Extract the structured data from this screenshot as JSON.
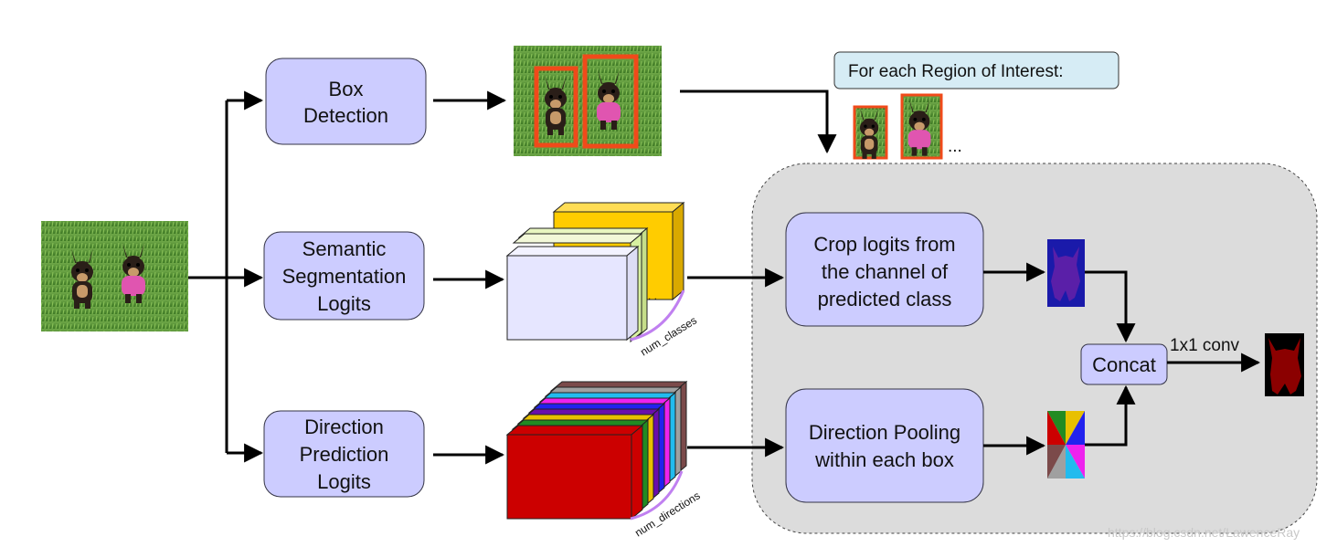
{
  "nodes": {
    "box_detection": [
      "Box",
      "Detection"
    ],
    "semantic_seg": [
      "Semantic",
      "Segmentation",
      "Logits"
    ],
    "direction_pred": [
      "Direction",
      "Prediction",
      "Logits"
    ],
    "crop_logits": [
      "Crop logits from",
      "the channel of",
      "predicted class"
    ],
    "direction_pooling": [
      "Direction Pooling",
      "within each box"
    ],
    "concat": "Concat"
  },
  "labels": {
    "roi": "For each Region of Interest:",
    "ellipsis": "...",
    "conv": "1x1 conv",
    "num_classes": "num_classes",
    "num_directions": "num_directions",
    "stack_dots": ". ."
  },
  "watermark": "https://blog.csdn.net/LawenceRay",
  "colors": {
    "node_fill": "#ccccff",
    "node_stroke": "#333344",
    "roi_fill": "#d6ecf5",
    "region_fill": "#dcdcdc",
    "bbox": "#f04a1a",
    "brace": "#c080f0",
    "class_layers": [
      "#e6e6ff",
      "#d8f0a0",
      "#c8e090",
      "#ffcc00"
    ],
    "direction_layers": [
      "#cc0000",
      "#228b22",
      "#e8c000",
      "#6a0dad",
      "#2222ee",
      "#ee22ee",
      "#22bbee",
      "#a0a0a0",
      "#7b4a4a"
    ],
    "mask_blue": "#1a1aaa",
    "mask_dark": "#8b0000"
  }
}
